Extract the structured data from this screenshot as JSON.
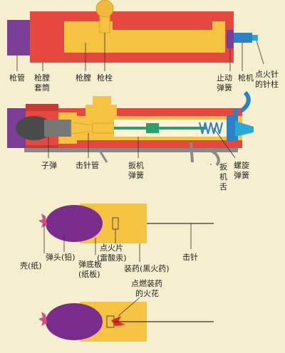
{
  "labels": {
    "barrel": "枪管",
    "chamber_sleeve_1": "枪膛",
    "chamber_sleeve_2": "套筒",
    "chamber": "枪膛",
    "bolt": "枪栓",
    "stop_spring_1": "止动",
    "stop_spring_2": "弹簧",
    "action": "枪机",
    "needle_tip_1": "点火针",
    "needle_tip_2": "的针柱",
    "cartridge": "子弹",
    "striker_tube": "击针管",
    "trigger_spring_1": "扳机",
    "trigger_spring_2": "弹簧",
    "trigger_1": "扳",
    "trigger_2": "机",
    "trigger_3": "舌",
    "coil_spring_1": "螺旋",
    "coil_spring_2": "弹簧",
    "bullet_lead": "弹头(铅)",
    "shell_paper": "壳(纸)",
    "base_plate_1": "弹底板",
    "base_plate_2": "(纸板)",
    "primer_1": "点火片",
    "primer_2": "(雷酸汞)",
    "powder": "装药(黑火药)",
    "striker": "击针",
    "spark_1": "点燃装药",
    "spark_2": "的火花"
  },
  "colors": {
    "background": "#f6efcf",
    "barrel": "#e5483f",
    "barrel_dark": "#c73a33",
    "breech_purple": "#7c3f98",
    "body_yellow": "#f5c242",
    "bolt_blue": "#2b80c6",
    "bullet_purple": "#7b2d8e",
    "tip_pink": "#d84b8f",
    "green": "#2aa070",
    "cyan": "#29a9d6",
    "gray": "#8a8a8a"
  }
}
